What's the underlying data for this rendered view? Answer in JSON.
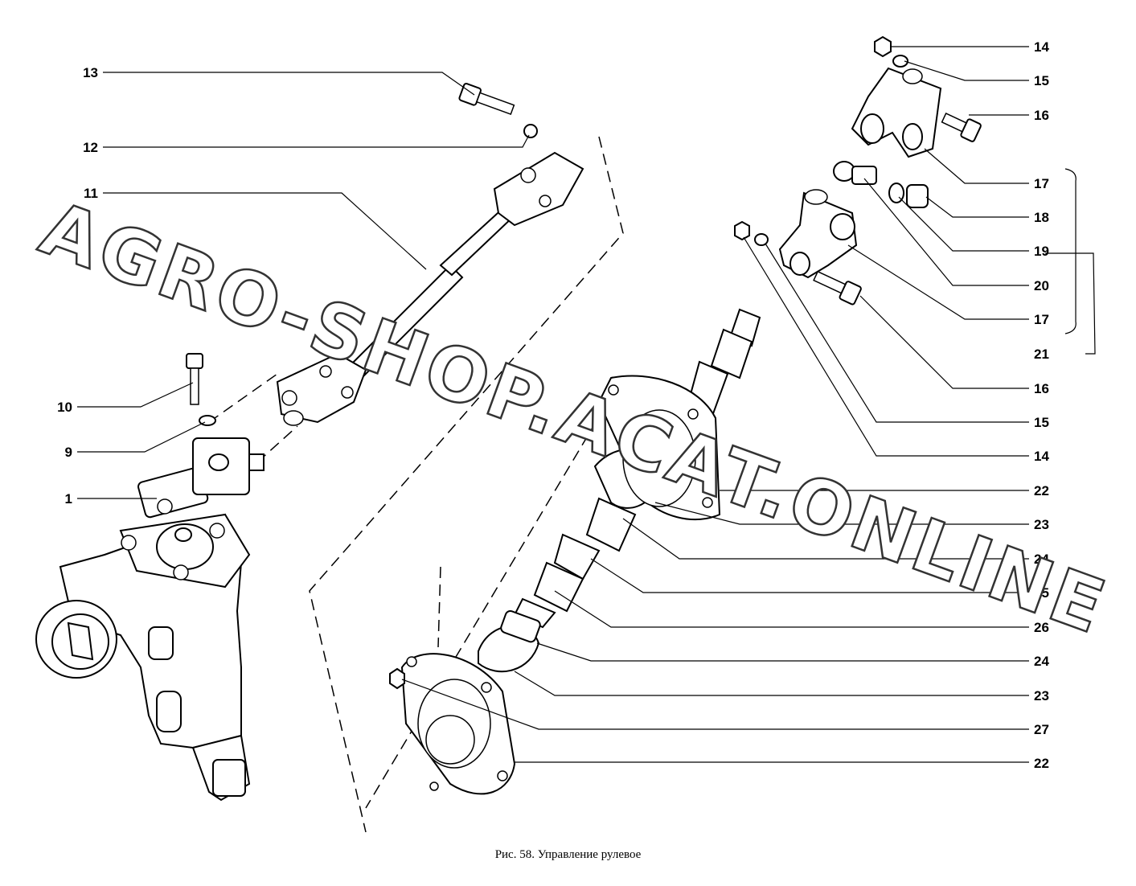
{
  "caption": "Рис. 58. Управление рулевое",
  "watermark": "AGRO-SHOP.ACAT.ONLINE",
  "callouts": {
    "c13": "13",
    "c12": "12",
    "c11": "11",
    "c10": "10",
    "c9": "9",
    "c1": "1",
    "r14a": "14",
    "r15a": "15",
    "r16a": "16",
    "r17a": "17",
    "r18": "18",
    "r19": "19",
    "r20": "20",
    "r17b": "17",
    "r21": "21",
    "r16b": "16",
    "r15b": "15",
    "r14b": "14",
    "r22a": "22",
    "r23a": "23",
    "r24a": "24",
    "r25": "25",
    "r26": "26",
    "r24b": "24",
    "r23b": "23",
    "r27": "27",
    "r22b": "22"
  },
  "colors": {
    "ink": "#000000",
    "paper": "#ffffff",
    "watermark_outline": "#333333"
  }
}
